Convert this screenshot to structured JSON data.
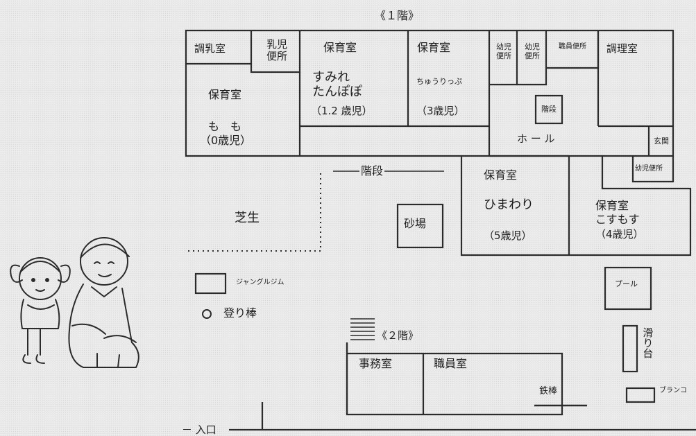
{
  "floor1_title": "《１階》",
  "floor2_title": "《２階》",
  "rooms": {
    "choyu": "調乳室",
    "nyuji_benjo": "乳児\n便所",
    "momo": {
      "name": "保育室",
      "group": "も　も",
      "age": "（0歳児）"
    },
    "sumire": {
      "name": "保育室",
      "group": "すみれ\nたんぽぽ",
      "age": "（1.2 歳児）"
    },
    "churippu": {
      "name": "保育室",
      "group": "ちゅうりっぷ",
      "age": "（3歳児）"
    },
    "yoji_benjo1": "幼児\n便所",
    "yoji_benjo2": "幼児\n便所",
    "shokuji": "職員便所",
    "kaidan_small": "階段",
    "chori": "調理室",
    "hall": "ホ ー ル",
    "genkan": "玄関",
    "yoji_benjo3": "幼児便所",
    "himawari": {
      "name": "保育室",
      "group": "ひまわり",
      "age": "（5歳児）"
    },
    "kosumosu": {
      "name": "保育室",
      "group": "こすもす",
      "age": "（4歳児）"
    },
    "jimu": "事務室",
    "shokuin": "職員室"
  },
  "yard": {
    "kaidan": "階段",
    "shiba": "芝生",
    "sunaba": "砂場",
    "jungle_gym": "ジャングルジム",
    "nobori": "登り棒",
    "pool": "プール",
    "suberi": "滑り台",
    "tetsubo": "鉄棒",
    "buranko": "ブランコ",
    "iriguchi": "－ 入口"
  }
}
